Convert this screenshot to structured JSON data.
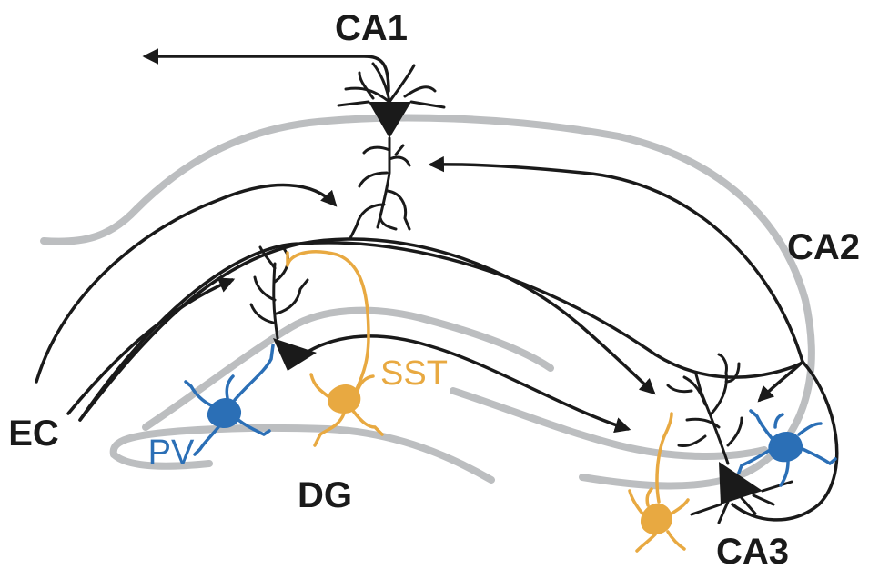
{
  "labels": {
    "ca1": "CA1",
    "ca2": "CA2",
    "ca3": "CA3",
    "dg": "DG",
    "ec": "EC",
    "sst": "SST",
    "pv": "PV"
  },
  "colors": {
    "pyramidal": "#1a1a1a",
    "sst": "#e8a941",
    "pv": "#2b6fb6",
    "cell_layer": "#bcbec0"
  }
}
